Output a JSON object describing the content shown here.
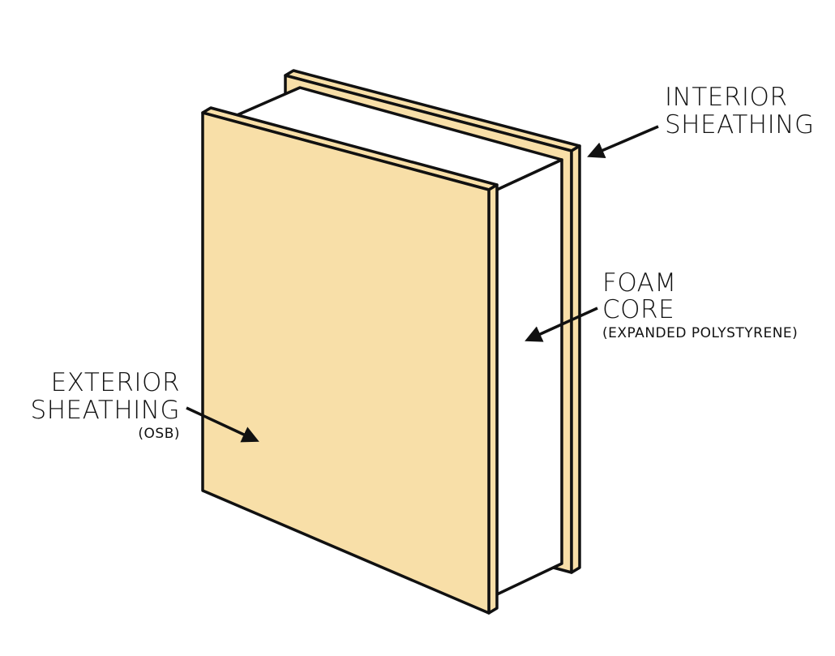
{
  "colors": {
    "sheathing": "#f8dfa8",
    "foam": "#ffffff",
    "outline": "#111111",
    "background": "#ffffff"
  },
  "labels": {
    "interior": {
      "line1": "INTERIOR",
      "line2": "SHEATHING"
    },
    "foam": {
      "line1": "FOAM",
      "line2": "CORE",
      "sub": "(EXPANDED POLYSTYRENE)"
    },
    "exterior": {
      "line1": "EXTERIOR",
      "line2": "SHEATHING",
      "sub": "(OSB)"
    }
  }
}
